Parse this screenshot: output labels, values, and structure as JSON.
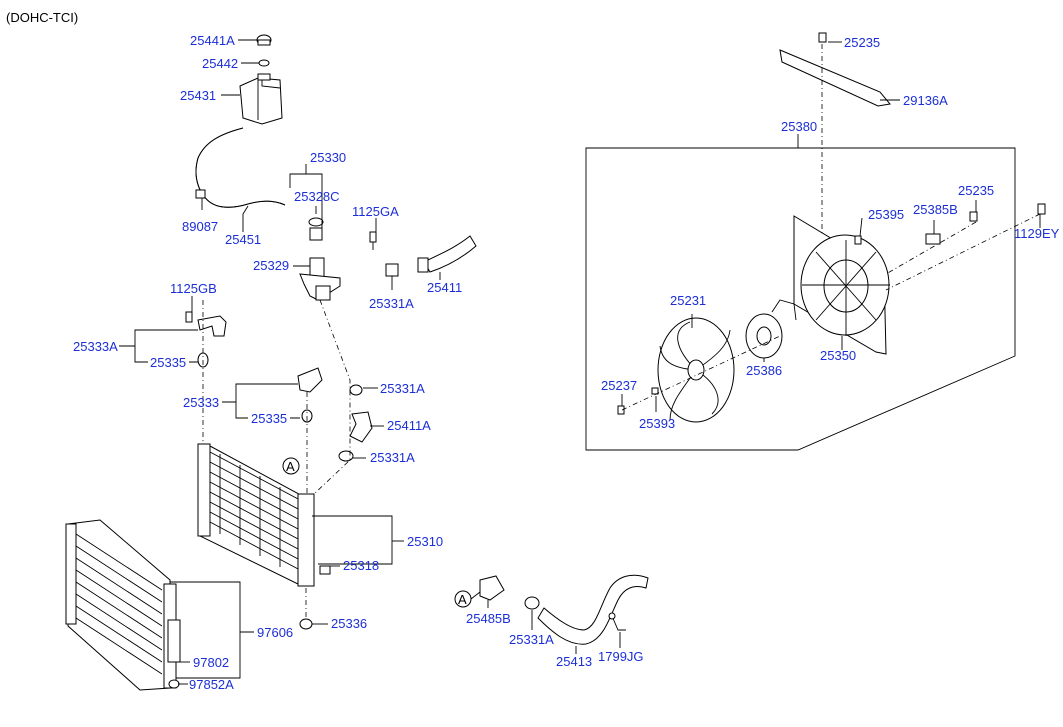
{
  "header": {
    "engine_variant": "(DOHC-TCI)"
  },
  "callouts": {
    "c25441A": "25441A",
    "c25442": "25442",
    "c25431": "25431",
    "c25330": "25330",
    "c25328C": "25328C",
    "c1125GA": "1125GA",
    "c89087": "89087",
    "c25451": "25451",
    "c25329": "25329",
    "c25411": "25411",
    "c25331A_1": "25331A",
    "c1125GB": "1125GB",
    "c25333A": "25333A",
    "c25335_1": "25335",
    "c25331A_2": "25331A",
    "c25333": "25333",
    "c25335_2": "25335",
    "c25411A": "25411A",
    "c25331A_3": "25331A",
    "c25310": "25310",
    "c25318": "25318",
    "c25336": "25336",
    "c97606": "97606",
    "c97802": "97802",
    "c97852A": "97852A",
    "c25485B": "25485B",
    "c25331A_4": "25331A",
    "c25413": "25413",
    "c1799JG": "1799JG",
    "c25235_1": "25235",
    "c29136A": "29136A",
    "c25380": "25380",
    "c25235_2": "25235",
    "c25395": "25395",
    "c25385B": "25385B",
    "c1129EY": "1129EY",
    "c25231": "25231",
    "c25237": "25237",
    "c25393": "25393",
    "c25386": "25386",
    "c25350": "25350"
  },
  "connection_marker": {
    "letter": "A"
  },
  "colors": {
    "callout": "#1c2fd6",
    "line": "#000000",
    "background": "#ffffff"
  }
}
